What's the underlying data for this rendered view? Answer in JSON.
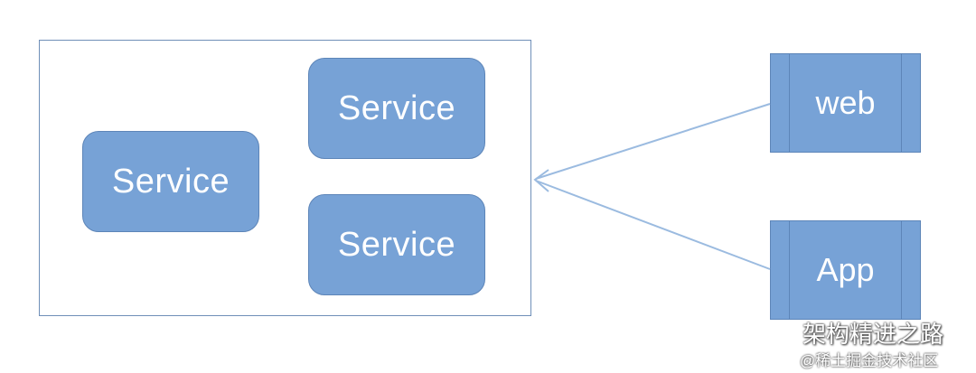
{
  "diagram": {
    "services": [
      {
        "label": "Service"
      },
      {
        "label": "Service"
      },
      {
        "label": "Service"
      }
    ],
    "clients": [
      {
        "label": "web"
      },
      {
        "label": "App"
      }
    ]
  },
  "watermark": {
    "icon": "wechat-icon",
    "account": "架构精进之路",
    "site": "@稀土掘金技术社区"
  },
  "colors": {
    "box_fill": "#77a2d6",
    "box_border": "#5d85b8",
    "container_border": "#6f8fb8",
    "arrow": "#9bbbe0"
  }
}
